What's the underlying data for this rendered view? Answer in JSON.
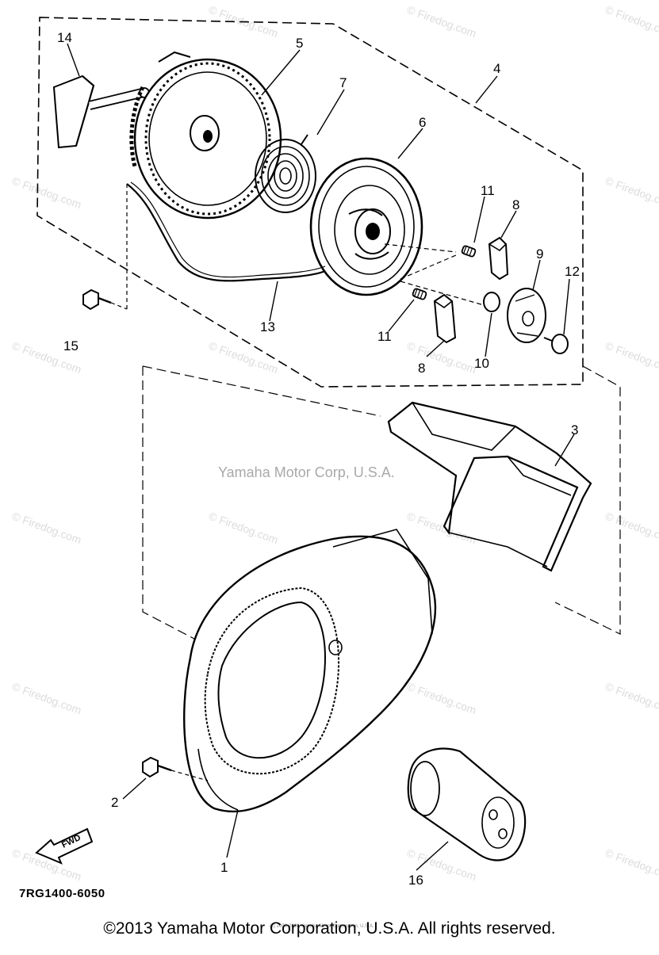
{
  "diagram": {
    "callouts": [
      "14",
      "5",
      "7",
      "4",
      "6",
      "11",
      "8",
      "9",
      "12",
      "15",
      "13",
      "11",
      "10",
      "8",
      "3",
      "2",
      "1",
      "16"
    ],
    "fwd_label": "FWD",
    "part_code": "7RG1400-6050",
    "center_watermark": "Yamaha Motor Corp, U.S.A.",
    "site_watermark": "© Firedog.com",
    "fine_print": "(c) 2006-2010 Yamaha Motor Corporation, U.S.A."
  },
  "footer": {
    "copyright": "©2013 Yamaha Motor Corporation, U.S.A. All rights reserved."
  }
}
